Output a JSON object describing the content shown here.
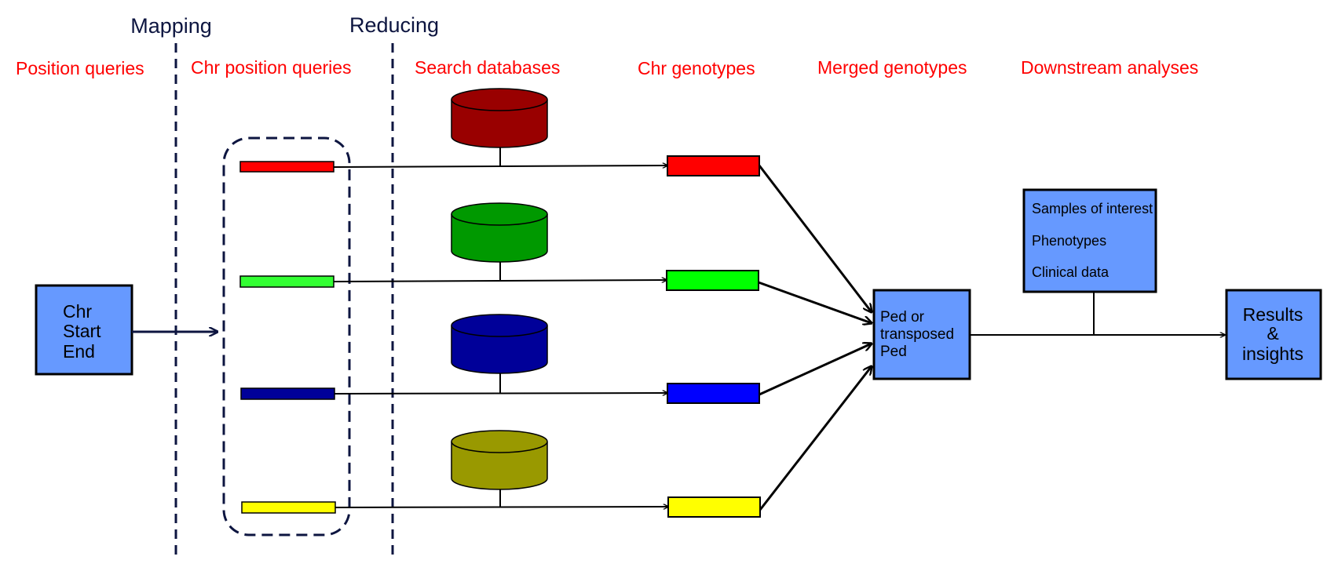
{
  "phases": {
    "mapping": "Mapping",
    "reducing": "Reducing"
  },
  "stages": {
    "position_queries": "Position queries",
    "chr_position_queries": "Chr position queries",
    "search_databases": "Search databases",
    "chr_genotypes": "Chr genotypes",
    "merged_genotypes": "Merged genotypes",
    "downstream_analyses": "Downstream analyses"
  },
  "input_box": {
    "lines": [
      "Chr",
      "Start",
      "End"
    ]
  },
  "merged_box": {
    "lines": [
      "Ped or",
      "transposed",
      "Ped"
    ]
  },
  "annotation_box": {
    "lines": [
      "Samples of interest",
      "Phenotypes",
      "Clinical data"
    ]
  },
  "results_box": {
    "lines": [
      "Results",
      "&",
      "insights"
    ]
  },
  "colors": {
    "stage_label": "#ff0000",
    "phase_label": "#0d1540",
    "box_fill": "#6699ff",
    "chromosome_1": "#ff0000",
    "chromosome_2": "#00ff00",
    "chromosome_3": "#0000ff",
    "chromosome_4": "#ffff00",
    "query_1": "#ff0000",
    "query_2": "#33ff33",
    "query_3": "#000099",
    "query_4": "#ffff00",
    "database_1": "#990000",
    "database_2": "#009900",
    "database_3": "#000099",
    "database_4": "#999900"
  }
}
